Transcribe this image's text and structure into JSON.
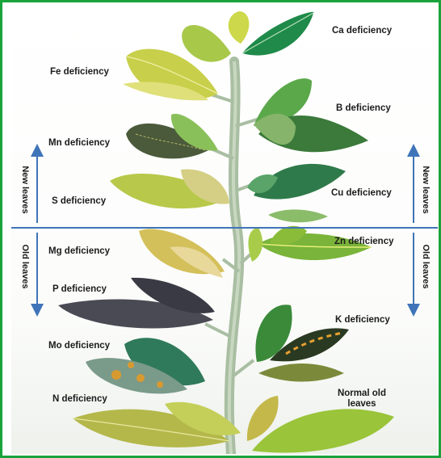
{
  "labels": {
    "ca": "Ca deficiency",
    "fe": "Fe deficiency",
    "b": "B deficiency",
    "mn": "Mn deficiency",
    "s": "S deficiency",
    "cu": "Cu deficiency",
    "mg": "Mg deficiency",
    "zn": "Zn deficiency",
    "p": "P deficiency",
    "k": "K deficiency",
    "mo": "Mo deficiency",
    "n": "N deficiency",
    "normal": "Normal old leaves"
  },
  "side": {
    "new_left": "New leaves",
    "new_right": "New leaves",
    "old_left": "Old leaves",
    "old_right": "Old leaves"
  },
  "colors": {
    "frame": "#1aa33a",
    "divider": "#3f74b8",
    "arrow": "#3f74b8"
  }
}
